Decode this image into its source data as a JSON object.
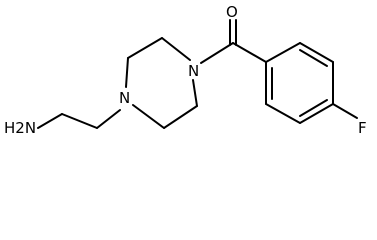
{
  "molecule": {
    "atoms": {
      "amine_nitrogen": "H2N",
      "piperazine_n1": "N",
      "piperazine_n4": "N",
      "carbonyl_oxygen": "O",
      "fluorine": "F"
    }
  }
}
